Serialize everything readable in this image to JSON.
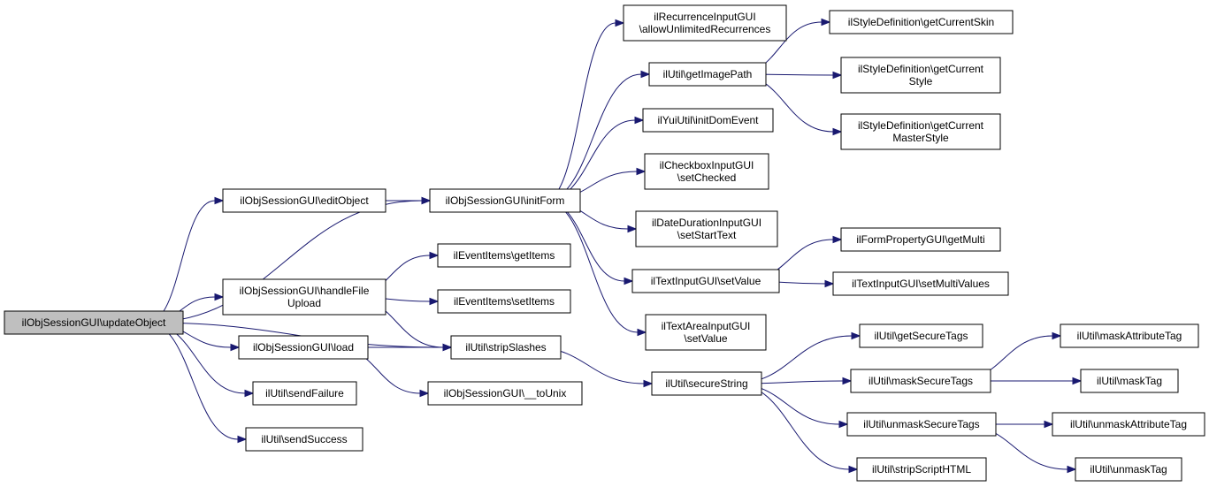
{
  "colors": {
    "background": "#ffffff",
    "node_fill": "#ffffff",
    "root_node_fill": "#bfbfbf",
    "node_border": "#000000",
    "edge": "#191970"
  },
  "nodes": {
    "updateObject": {
      "lines": [
        "ilObjSessionGUI\\updateObject"
      ],
      "root": true
    },
    "editObject": {
      "lines": [
        "ilObjSessionGUI\\editObject"
      ]
    },
    "handleFileUpload": {
      "lines": [
        "ilObjSessionGUI\\handleFile",
        "Upload"
      ]
    },
    "load": {
      "lines": [
        "ilObjSessionGUI\\load"
      ]
    },
    "sendFailure": {
      "lines": [
        "ilUtil\\sendFailure"
      ]
    },
    "sendSuccess": {
      "lines": [
        "ilUtil\\sendSuccess"
      ]
    },
    "initForm": {
      "lines": [
        "ilObjSessionGUI\\initForm"
      ]
    },
    "getItems": {
      "lines": [
        "ilEventItems\\getItems"
      ]
    },
    "setItems": {
      "lines": [
        "ilEventItems\\setItems"
      ]
    },
    "stripSlashes": {
      "lines": [
        "ilUtil\\stripSlashes"
      ]
    },
    "toUnix": {
      "lines": [
        "ilObjSessionGUI\\__toUnix"
      ]
    },
    "allowUnlimited": {
      "lines": [
        "ilRecurrenceInputGUI",
        "\\allowUnlimitedRecurrences"
      ]
    },
    "getImagePath": {
      "lines": [
        "ilUtil\\getImagePath"
      ]
    },
    "initDomEvent": {
      "lines": [
        "ilYuiUtil\\initDomEvent"
      ]
    },
    "setChecked": {
      "lines": [
        "ilCheckboxInputGUI",
        "\\setChecked"
      ]
    },
    "setStartText": {
      "lines": [
        "ilDateDurationInputGUI",
        "\\setStartText"
      ]
    },
    "setValueText": {
      "lines": [
        "ilTextInputGUI\\setValue"
      ]
    },
    "setValueArea": {
      "lines": [
        "ilTextAreaInputGUI",
        "\\setValue"
      ]
    },
    "secureString": {
      "lines": [
        "ilUtil\\secureString"
      ]
    },
    "getCurrentSkin": {
      "lines": [
        "ilStyleDefinition\\getCurrentSkin"
      ]
    },
    "getCurrentStyle": {
      "lines": [
        "ilStyleDefinition\\getCurrent",
        "Style"
      ]
    },
    "getCurrentMasterStyle": {
      "lines": [
        "ilStyleDefinition\\getCurrent",
        "MasterStyle"
      ]
    },
    "getMulti": {
      "lines": [
        "ilFormPropertyGUI\\getMulti"
      ]
    },
    "setMultiValues": {
      "lines": [
        "ilTextInputGUI\\setMultiValues"
      ]
    },
    "getSecureTags": {
      "lines": [
        "ilUtil\\getSecureTags"
      ]
    },
    "maskSecureTags": {
      "lines": [
        "ilUtil\\maskSecureTags"
      ]
    },
    "unmaskSecureTags": {
      "lines": [
        "ilUtil\\unmaskSecureTags"
      ]
    },
    "stripScriptHTML": {
      "lines": [
        "ilUtil\\stripScriptHTML"
      ]
    },
    "maskAttributeTag": {
      "lines": [
        "ilUtil\\maskAttributeTag"
      ]
    },
    "maskTag": {
      "lines": [
        "ilUtil\\maskTag"
      ]
    },
    "unmaskAttributeTag": {
      "lines": [
        "ilUtil\\unmaskAttributeTag"
      ]
    },
    "unmaskTag": {
      "lines": [
        "ilUtil\\unmaskTag"
      ]
    }
  },
  "edges": [
    [
      "updateObject",
      "editObject"
    ],
    [
      "updateObject",
      "initForm"
    ],
    [
      "updateObject",
      "handleFileUpload"
    ],
    [
      "updateObject",
      "load"
    ],
    [
      "updateObject",
      "sendFailure"
    ],
    [
      "updateObject",
      "sendSuccess"
    ],
    [
      "updateObject",
      "stripSlashes"
    ],
    [
      "editObject",
      "initForm"
    ],
    [
      "handleFileUpload",
      "getItems"
    ],
    [
      "handleFileUpload",
      "setItems"
    ],
    [
      "handleFileUpload",
      "stripSlashes"
    ],
    [
      "load",
      "stripSlashes"
    ],
    [
      "load",
      "toUnix"
    ],
    [
      "initForm",
      "allowUnlimited"
    ],
    [
      "initForm",
      "getImagePath"
    ],
    [
      "initForm",
      "initDomEvent"
    ],
    [
      "initForm",
      "setChecked"
    ],
    [
      "initForm",
      "setStartText"
    ],
    [
      "initForm",
      "setValueText"
    ],
    [
      "initForm",
      "setValueArea"
    ],
    [
      "stripSlashes",
      "secureString"
    ],
    [
      "getImagePath",
      "getCurrentSkin"
    ],
    [
      "getImagePath",
      "getCurrentStyle"
    ],
    [
      "getImagePath",
      "getCurrentMasterStyle"
    ],
    [
      "setValueText",
      "getMulti"
    ],
    [
      "setValueText",
      "setMultiValues"
    ],
    [
      "secureString",
      "getSecureTags"
    ],
    [
      "secureString",
      "maskSecureTags"
    ],
    [
      "secureString",
      "unmaskSecureTags"
    ],
    [
      "secureString",
      "stripScriptHTML"
    ],
    [
      "maskSecureTags",
      "maskAttributeTag"
    ],
    [
      "maskSecureTags",
      "maskTag"
    ],
    [
      "unmaskSecureTags",
      "unmaskAttributeTag"
    ],
    [
      "unmaskSecureTags",
      "unmaskTag"
    ]
  ]
}
